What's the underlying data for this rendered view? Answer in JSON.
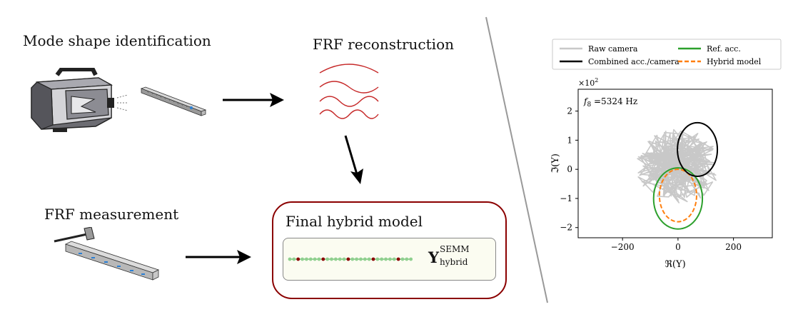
{
  "workflow": {
    "mode_shape_title": "Mode shape identification",
    "frf_reconstruction_title": "FRF reconstruction",
    "frf_measurement_title": "FRF measurement",
    "final_model_title": "Final hybrid model",
    "model_symbol": "Y",
    "model_superscript": "SEMM",
    "model_subscript": "hybrid"
  },
  "colors": {
    "raw_camera": "#c8c8c8",
    "combined": "#000000",
    "ref_acc": "#2ca02c",
    "hybrid": "#ff7f0e",
    "final_box_border": "#8b0000",
    "inner_box_fill": "#fbfcf1",
    "frf_wave": "#d62728"
  },
  "chart_data": {
    "type": "line",
    "annotation": "f_8 =5324 Hz",
    "annotation_f": "f",
    "annotation_sub": "8",
    "annotation_rest": " =5324 Hz",
    "xlabel": "ℜ(Y)",
    "ylabel": "ℑ(Y)",
    "scale_label": "×10",
    "scale_exp": "2",
    "xlim": [
      -360,
      340
    ],
    "ylim": [
      -2.35,
      2.75
    ],
    "xticks": [
      -200,
      0,
      200
    ],
    "xtick_labels": [
      "−200",
      "0",
      "200"
    ],
    "yticks": [
      -2,
      -1,
      0,
      1,
      2
    ],
    "ytick_labels": [
      "−2",
      "−1",
      "0",
      "1",
      "2"
    ],
    "legend_position": "top",
    "series": [
      {
        "name": "Raw camera",
        "style": "noisy-scribble",
        "center": [
          0,
          0.1
        ],
        "spread": [
          150,
          1.3
        ]
      },
      {
        "name": "Combined acc./camera",
        "style": "circle",
        "center": [
          70,
          0.68
        ],
        "radius_x": 72,
        "radius_y": 0.92
      },
      {
        "name": "Ref. acc.",
        "style": "circle",
        "center": [
          0,
          -1.0
        ],
        "radius_x": 88,
        "radius_y": 1.05
      },
      {
        "name": "Hybrid model",
        "style": "dashed-circle",
        "center": [
          0,
          -0.9
        ],
        "radius_x": 67,
        "radius_y": 0.9
      }
    ]
  }
}
